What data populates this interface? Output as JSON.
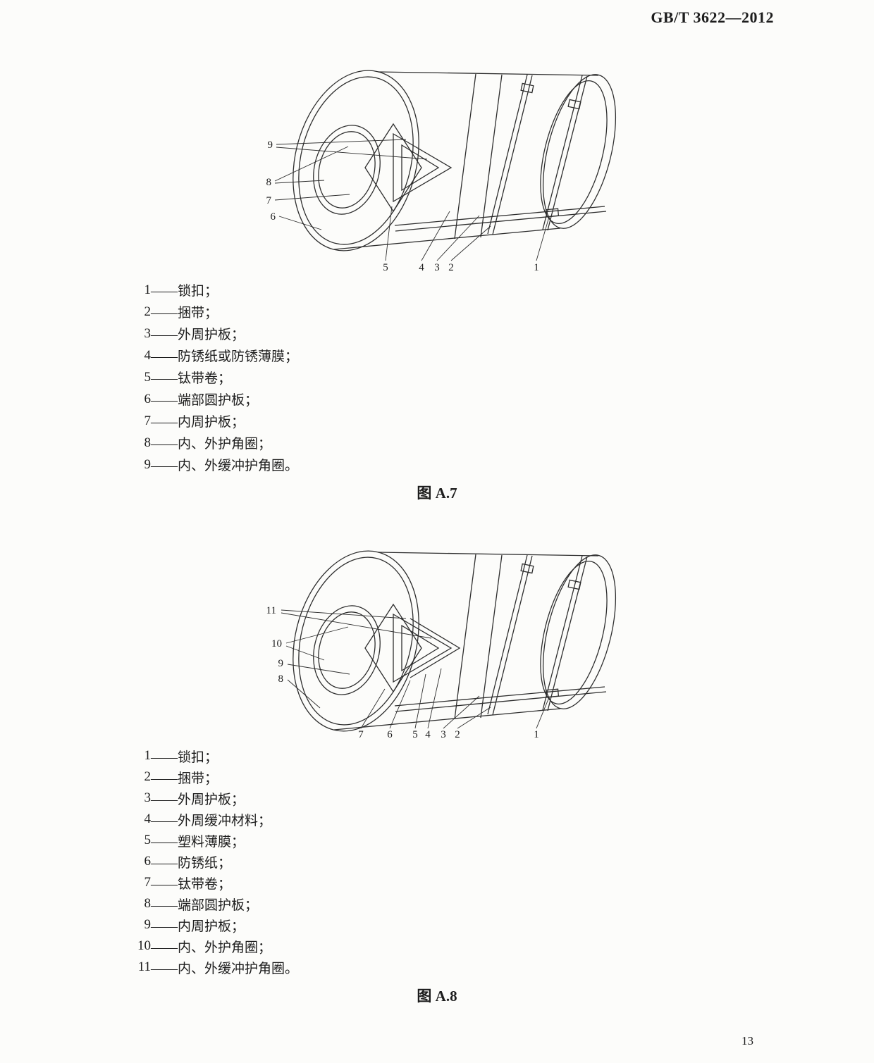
{
  "header": {
    "doc_number": "GB/T 3622—2012"
  },
  "colors": {
    "ink": "#1d1d1d",
    "paper": "#fcfcfa"
  },
  "figure_a7": {
    "caption": "图 A.7",
    "callouts": {
      "c1": "1",
      "c2": "2",
      "c3": "3",
      "c4": "4",
      "c5": "5",
      "c6": "6",
      "c7": "7",
      "c8": "8",
      "c9": "9"
    },
    "legend": [
      {
        "num": "1",
        "text": "——锁扣；"
      },
      {
        "num": "2",
        "text": "——捆带；"
      },
      {
        "num": "3",
        "text": "——外周护板；"
      },
      {
        "num": "4",
        "text": "——防锈纸或防锈薄膜；"
      },
      {
        "num": "5",
        "text": "——钛带卷；"
      },
      {
        "num": "6",
        "text": "——端部圆护板；"
      },
      {
        "num": "7",
        "text": "——内周护板；"
      },
      {
        "num": "8",
        "text": "——内、外护角圈；"
      },
      {
        "num": "9",
        "text": "——内、外缓冲护角圈。"
      }
    ]
  },
  "figure_a8": {
    "caption": "图 A.8",
    "callouts": {
      "c1": "1",
      "c2": "2",
      "c3": "3",
      "c4": "4",
      "c5": "5",
      "c6": "6",
      "c7": "7",
      "c8": "8",
      "c9": "9",
      "c10": "10",
      "c11": "11"
    },
    "legend": [
      {
        "num": "1",
        "text": "——锁扣；"
      },
      {
        "num": "2",
        "text": "——捆带；"
      },
      {
        "num": "3",
        "text": "——外周护板；"
      },
      {
        "num": "4",
        "text": "——外周缓冲材料；"
      },
      {
        "num": "5",
        "text": "——塑料薄膜；"
      },
      {
        "num": "6",
        "text": "——防锈纸；"
      },
      {
        "num": "7",
        "text": "——钛带卷；"
      },
      {
        "num": "8",
        "text": "——端部圆护板；"
      },
      {
        "num": "9",
        "text": "——内周护板；"
      },
      {
        "num": "10",
        "text": "——内、外护角圈；"
      },
      {
        "num": "11",
        "text": "——内、外缓冲护角圈。"
      }
    ]
  },
  "footer": {
    "page_number": "13"
  }
}
